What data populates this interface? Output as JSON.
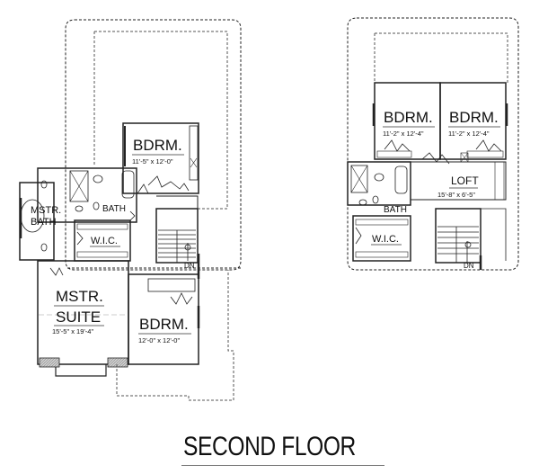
{
  "plan_title": "SECOND FLOOR",
  "left_plan": {
    "rooms": [
      {
        "name": "BDRM.",
        "size": "11'-5\" x 12'-0\""
      },
      {
        "name": "MSTR. BATH",
        "line1": "MSTR.",
        "line2": "BATH"
      },
      {
        "name": "BATH"
      },
      {
        "name": "W.I.C."
      },
      {
        "name": "MSTR. SUITE",
        "line1": "MSTR.",
        "line2": "SUITE",
        "size": "15'-5\" x 19'-4\""
      },
      {
        "name": "BDRM.",
        "size": "12'-0\" x 12'-0\""
      }
    ],
    "stair_label": "DN"
  },
  "right_plan": {
    "rooms": [
      {
        "name": "BDRM.",
        "size": "11'-2\" x 12'-4\""
      },
      {
        "name": "BDRM.",
        "size": "11'-2\" x 12'-4\""
      },
      {
        "name": "LOFT",
        "size": "15'-8\" x 6'-5\""
      },
      {
        "name": "BATH"
      },
      {
        "name": "W.I.C."
      }
    ],
    "stair_label": "DN"
  },
  "colors": {
    "line": "#222222",
    "dashed": "#333333",
    "wall_fill": "#bbbbbb"
  }
}
